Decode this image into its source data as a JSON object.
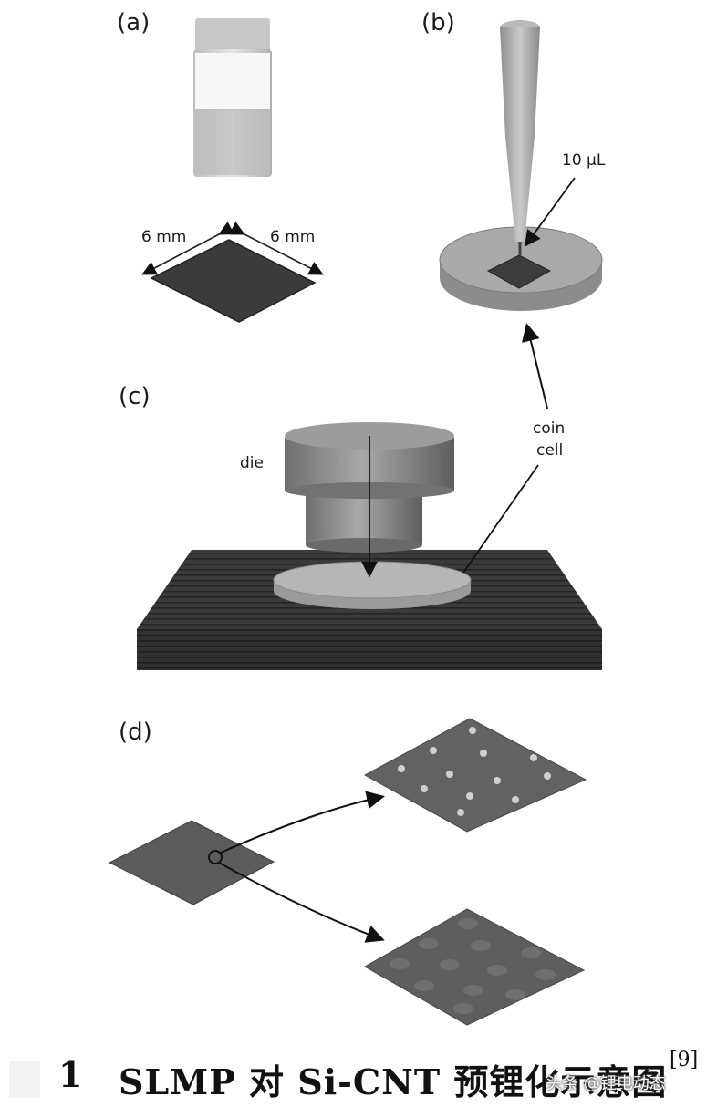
{
  "panels": {
    "a": {
      "label": "(a)",
      "dim_left": "6 mm",
      "dim_right": "6 mm"
    },
    "b": {
      "label": "(b)",
      "volume": "10 μL"
    },
    "c": {
      "label": "(c)",
      "die": "die",
      "coin_cell": [
        "coin",
        "cell"
      ]
    },
    "d": {
      "label": "(d)"
    }
  },
  "caption": {
    "number": "1",
    "text": "SLMP 对 Si-CNT 预锂化示意图",
    "ref": "[9]",
    "watermark": "头条 @锂电动态"
  }
}
